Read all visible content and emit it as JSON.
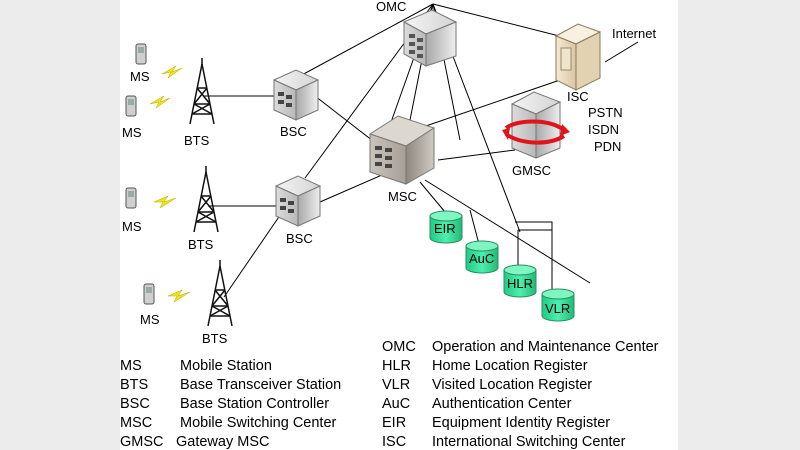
{
  "nodes": {
    "omc": "OMC",
    "isc": "ISC",
    "internet": "Internet",
    "pstn": "PSTN",
    "isdn": "ISDN",
    "pdn": "PDN",
    "gmsc": "GMSC",
    "msc": "MSC",
    "bsc1": "BSC",
    "bsc2": "BSC",
    "bts1": "BTS",
    "bts2": "BTS",
    "bts3": "BTS",
    "ms1": "MS",
    "ms2": "MS",
    "ms3": "MS",
    "ms4": "MS",
    "eir": "EIR",
    "auc": "AuC",
    "hlr": "HLR",
    "vlr": "VLR"
  },
  "legend_left": [
    {
      "abbr": "MS",
      "full": "Mobile Station"
    },
    {
      "abbr": "BTS",
      "full": "Base Transceiver Station"
    },
    {
      "abbr": "BSC",
      "full": "Base Station Controller"
    },
    {
      "abbr": "MSC",
      "full": "Mobile Switching Center"
    },
    {
      "abbr": "GMSC",
      "full": "Gateway MSC"
    }
  ],
  "legend_right": [
    {
      "abbr": "OMC",
      "full": "Operation and Maintenance Center"
    },
    {
      "abbr": "HLR",
      "full": "Home Location Register"
    },
    {
      "abbr": "VLR",
      "full": "Visited Location Register"
    },
    {
      "abbr": "AuC",
      "full": "Authentication Center"
    },
    {
      "abbr": "EIR",
      "full": "Equipment Identity Register"
    },
    {
      "abbr": "ISC",
      "full": "International Switching Center"
    }
  ],
  "colors": {
    "database_fill": "#33e39a",
    "database_stroke": "#2a8f5e",
    "server_gray": "#c9c9c9",
    "lightning": "#f2e21a",
    "gmsc_arrow": "#e0141a",
    "isc_beige": "#f0e2c6"
  }
}
